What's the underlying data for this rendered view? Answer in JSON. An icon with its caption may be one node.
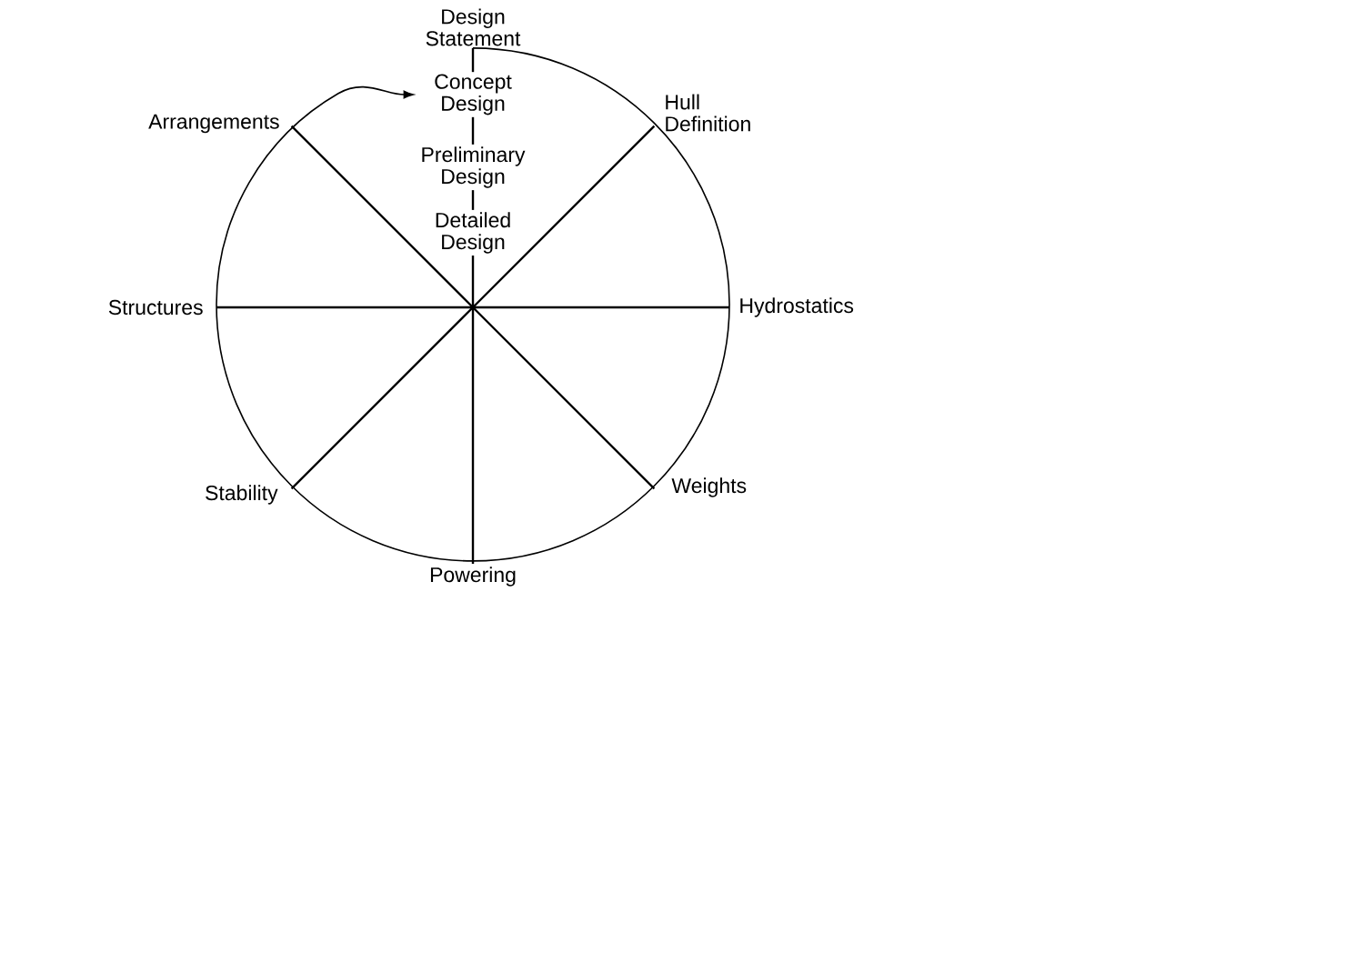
{
  "diagram": {
    "nodes": [
      {
        "text": [
          "Design Statement"
        ]
      },
      {
        "text": [
          "Concept Design"
        ]
      },
      {
        "text": [
          "Preliminary Design"
        ]
      },
      {
        "text": [
          "Detailed Design"
        ]
      },
      {
        "text": [
          "Hull Definition"
        ]
      },
      {
        "text": [
          "Hydrostatics"
        ]
      },
      {
        "text": [
          "Weights"
        ]
      },
      {
        "text": [
          "Powering"
        ]
      },
      {
        "text": [
          "Stability"
        ]
      },
      {
        "text": [
          "Structures"
        ]
      },
      {
        "text": [
          "Arrangements"
        ]
      }
    ],
    "edges": [
      {
        "from": 0,
        "to": 1,
        "arrow": "to"
      },
      {
        "from": 0,
        "to": 1,
        "arrow": "none"
      },
      {
        "from": 1,
        "to": 2,
        "arrow": "none"
      },
      {
        "from": 2,
        "to": 3,
        "arrow": "none"
      }
    ]
  }
}
